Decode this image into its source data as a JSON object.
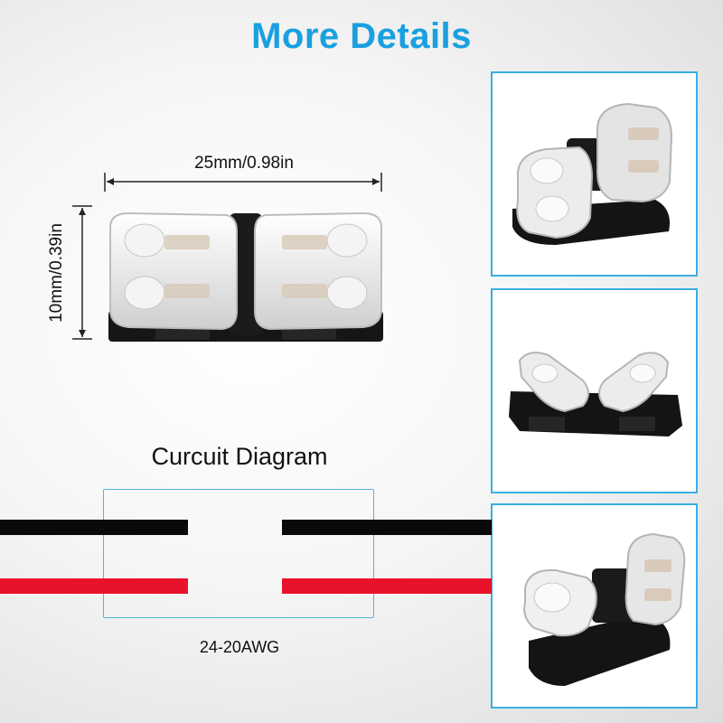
{
  "header": {
    "title": "More Details"
  },
  "dimensions": {
    "width_label": "25mm/0.98in",
    "height_label": "10mm/0.39in"
  },
  "diagram": {
    "title": "Curcuit Diagram",
    "gauge_label": "24-20AWG"
  },
  "colors": {
    "accent": "#1aa0e0",
    "panel_border": "#3aaee3",
    "wire_black": "#0a0a0a",
    "wire_red": "#e8132a"
  },
  "icons": [
    "dimension-arrow-icon",
    "connector-image",
    "wire-icon"
  ]
}
